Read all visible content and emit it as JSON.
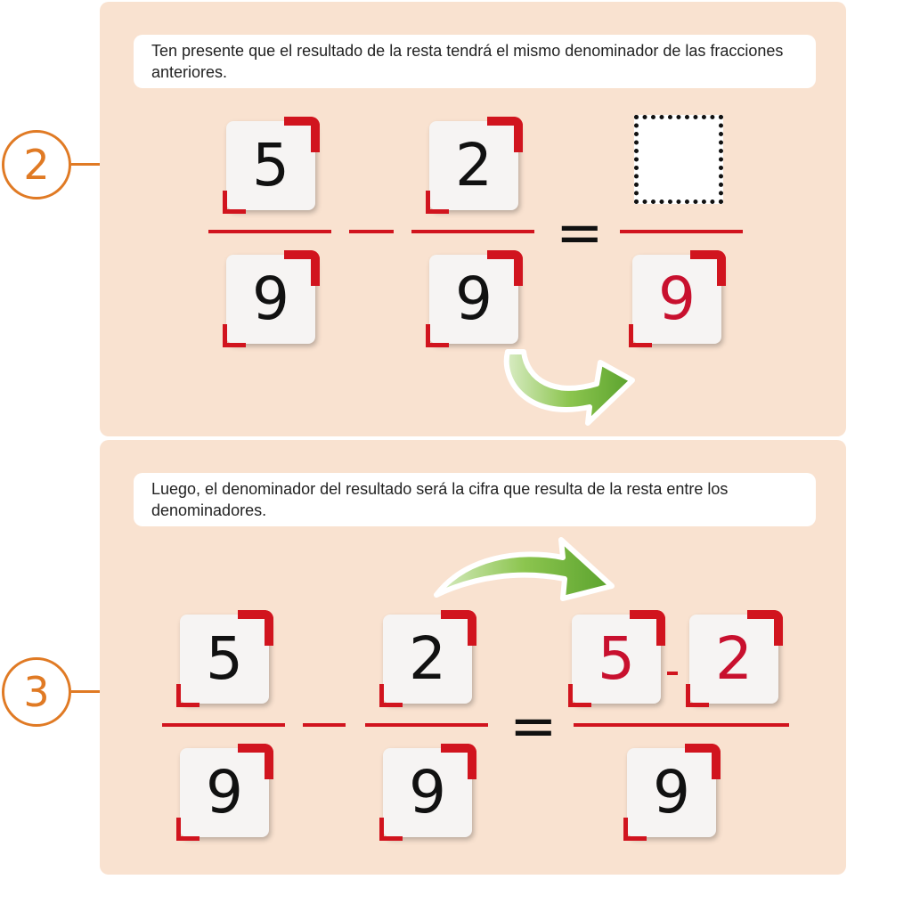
{
  "step2": {
    "number": "2",
    "note": "Ten presente que el resultado de la resta tendrá el mismo denominador de las fracciones anteriores.",
    "fraction1": {
      "numerator": "5",
      "denominator": "9"
    },
    "fraction2": {
      "numerator": "2",
      "denominator": "9"
    },
    "result": {
      "numerator": "",
      "denominator": "9"
    },
    "equals": "="
  },
  "step3": {
    "number": "3",
    "note": "Luego, el denominador del resultado será la cifra que resulta de la resta entre los denominadores.",
    "fraction1": {
      "numerator": "5",
      "denominator": "9"
    },
    "fraction2": {
      "numerator": "2",
      "denominator": "9"
    },
    "result": {
      "numerator_left": "5",
      "numerator_right": "2",
      "denominator": "9"
    },
    "equals": "="
  },
  "colors": {
    "panel": "#f9e2d0",
    "accent_red": "#d1141e",
    "step_orange": "#e07a24",
    "arrow_green": "#7cc243"
  },
  "icons": [
    "curved-arrow-icon"
  ]
}
